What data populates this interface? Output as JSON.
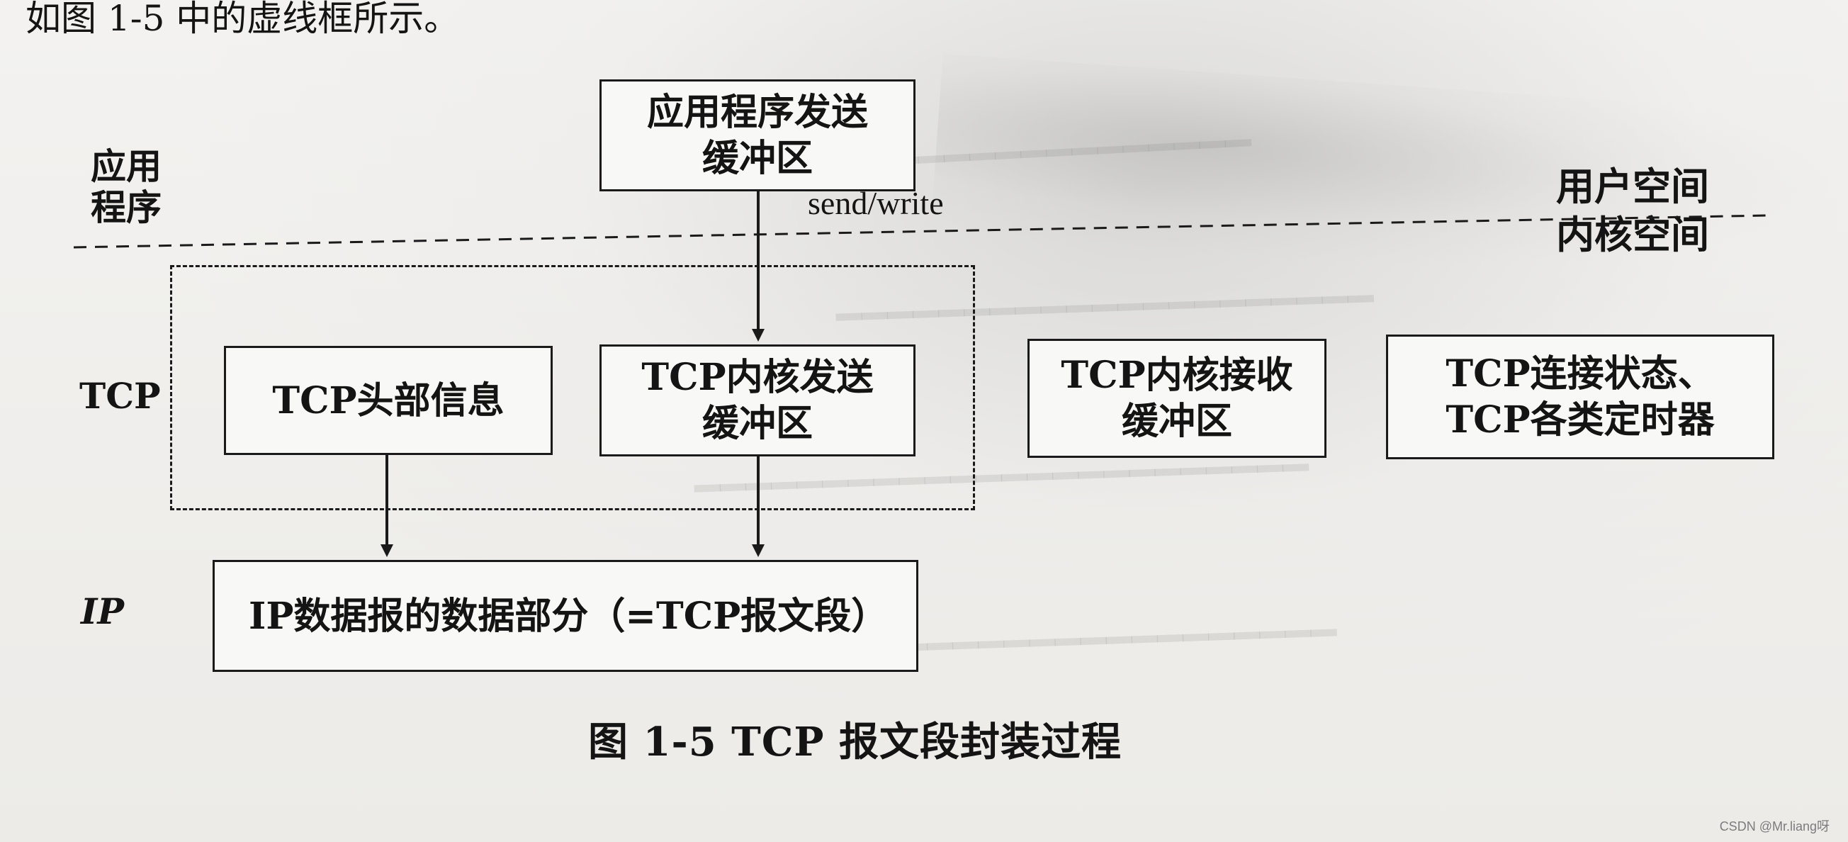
{
  "page": {
    "top_snippet": "如图 1-5 中的虚线框所示。",
    "caption": "图 1-5    TCP 报文段封装过程",
    "watermark": "CSDN @Mr.liang呀"
  },
  "labels": {
    "app_layer": "应用\n程序",
    "tcp_layer": "TCP",
    "ip_layer": "IP",
    "send_write": "send/write",
    "user_space": "用户空间",
    "kernel_space": "内核空间"
  },
  "boxes": {
    "app_send_buffer": "应用程序发送\n缓冲区",
    "tcp_header": "TCP头部信息",
    "tcp_send_buffer": "TCP内核发送\n缓冲区",
    "tcp_recv_buffer": "TCP内核接收\n缓冲区",
    "tcp_state_timers": "TCP连接状态、\nTCP各类定时器",
    "ip_datagram": "IP数据报的数据部分（=TCP报文段）"
  }
}
